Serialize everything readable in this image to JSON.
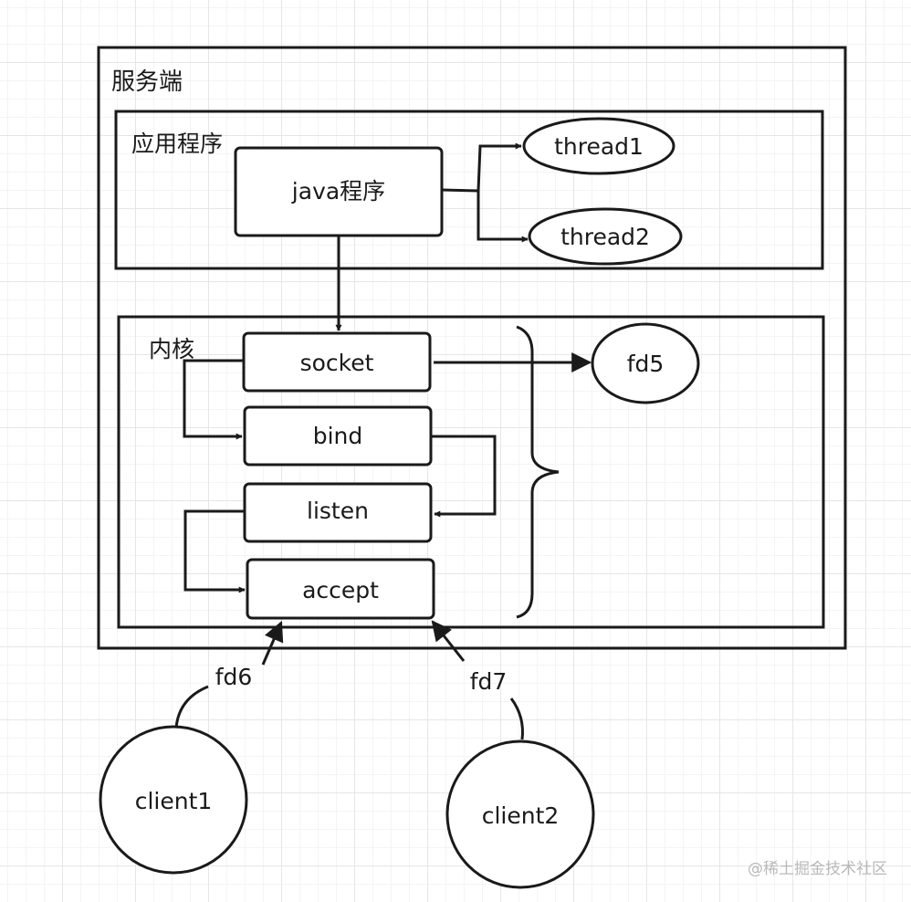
{
  "server_label": "服务端",
  "app_label": "应用程序",
  "java_program_label": "java程序",
  "threads": [
    "thread1",
    "thread2"
  ],
  "kernel_label": "内核",
  "syscalls": [
    "socket",
    "bind",
    "listen",
    "accept"
  ],
  "server_fd_label": "fd5",
  "client_fds": [
    "fd6",
    "fd7"
  ],
  "clients": [
    "client1",
    "client2"
  ],
  "watermark": "@稀土掘金技术社区"
}
